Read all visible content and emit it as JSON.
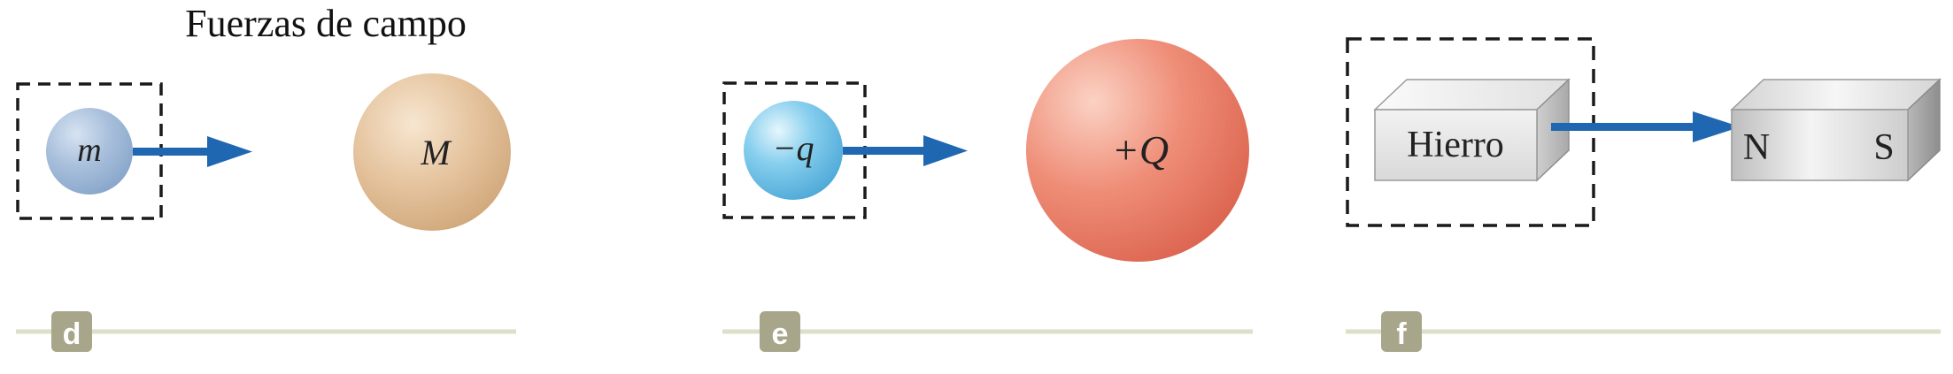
{
  "title": "Fuerzas de campo",
  "colors": {
    "arrow": "#1f67b1",
    "panel_line": "#dedfc8",
    "label_bg": "#a7a68a",
    "label_text": "#ffffff",
    "dash": "#1a1a1a"
  },
  "panel_d": {
    "label": "d",
    "small_mass": "m",
    "large_mass": "M"
  },
  "panel_e": {
    "label": "e",
    "small_charge": "−q",
    "large_charge": "+Q"
  },
  "panel_f": {
    "label": "f",
    "iron_block": "Hierro",
    "magnet_north": "N",
    "magnet_south": "S"
  }
}
